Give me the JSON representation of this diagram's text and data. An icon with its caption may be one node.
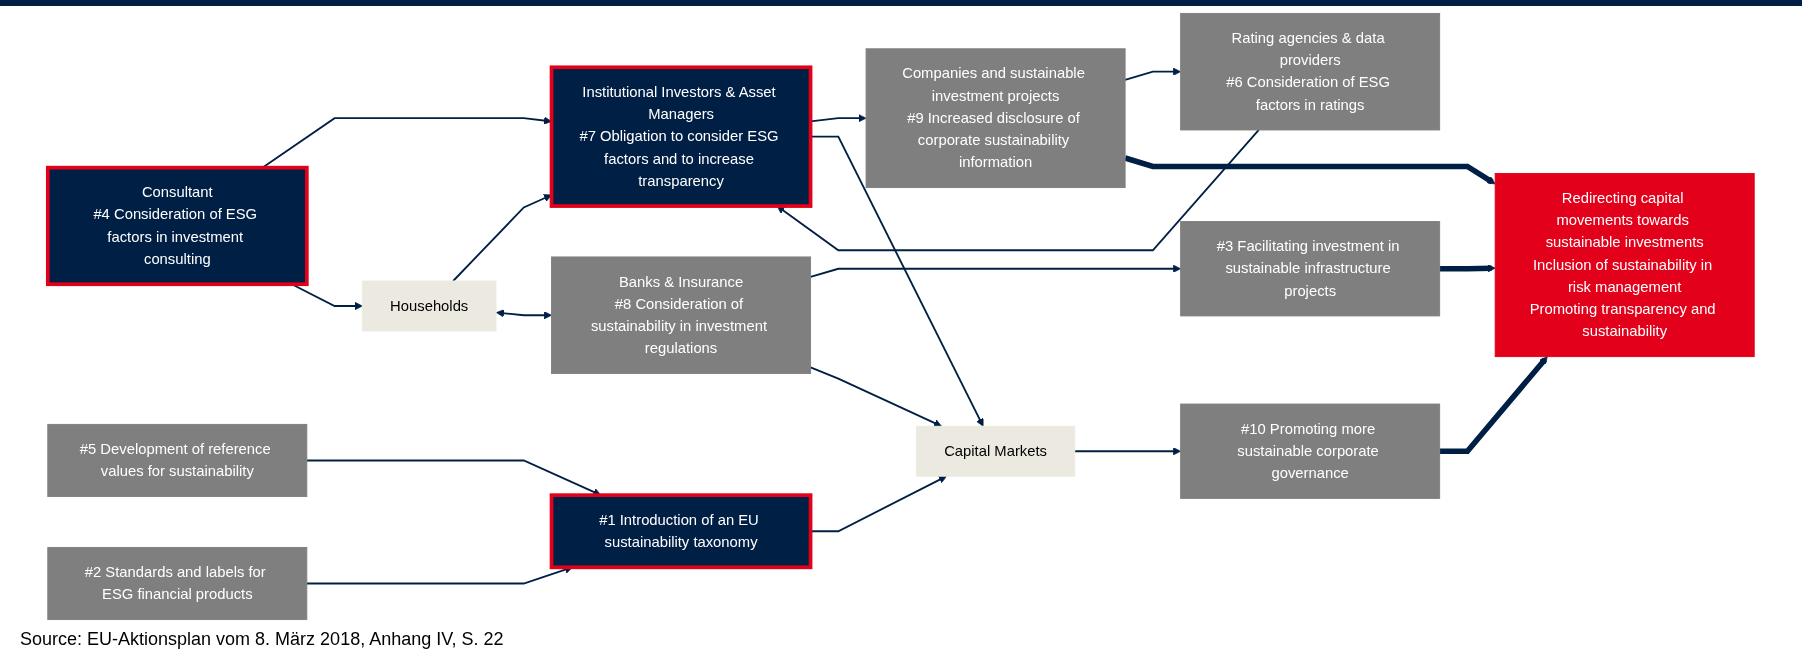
{
  "diagram": {
    "caption": "Source: EU-Aktionsplan vom 8. März 2018, Anhang IV, S. 22",
    "nodes": [
      {
        "text": [
          "Consultant",
          "#4 Consideration of ESG factors in investment consulting"
        ]
      },
      {
        "text": [
          "Institutional Investors & Asset Managers",
          "#7 Obligation to consider ESG factors and to increase transparency"
        ]
      },
      {
        "text": [
          "Rating agencies & data providers",
          "#6 Consideration of ESG factors in ratings"
        ]
      },
      {
        "text": [
          "Companies and sustainable investment projects",
          "#9 Increased disclosure of corporate sustainability information"
        ]
      },
      {
        "text": [
          "Households"
        ]
      },
      {
        "text": [
          "#5 Development of reference values for sustainability"
        ]
      },
      {
        "text": [
          "#2 Standards and labels for ESG financial products"
        ]
      },
      {
        "text": [
          "#1 Introduction of an EU sustainability taxonomy"
        ]
      },
      {
        "text": [
          "Capital Markets"
        ]
      },
      {
        "text": [
          "#10 Promoting more sustainable corporate governance"
        ]
      },
      {
        "text": [
          "Banks & Insurance",
          "#8 Consideration of sustainability in investment regulations"
        ]
      },
      {
        "text": [
          "#3 Facilitating investment in sustainable infrastructure projects"
        ]
      },
      {
        "text": [
          "Redirecting capital movements towards sustainable investments",
          "Inclusion of sustainability in risk management",
          "Promoting transparency and sustainability"
        ]
      }
    ],
    "edges": [
      {
        "from": 0,
        "to": 1,
        "arrow": "to"
      },
      {
        "from": 2,
        "to": 1,
        "arrow": "to"
      },
      {
        "from": 3,
        "to": 2,
        "arrow": "to"
      },
      {
        "from": 0,
        "to": 4,
        "arrow": "to"
      },
      {
        "from": 4,
        "to": 1,
        "arrow": "to"
      },
      {
        "from": 1,
        "to": 3,
        "arrow": "to"
      },
      {
        "from": 1,
        "to": 8,
        "arrow": "to"
      },
      {
        "from": 5,
        "to": 7,
        "arrow": "to"
      },
      {
        "from": 6,
        "to": 7,
        "arrow": "to"
      },
      {
        "from": 7,
        "to": 8,
        "arrow": "to"
      },
      {
        "from": 8,
        "to": 9,
        "arrow": "to"
      },
      {
        "from": 4,
        "to": 10,
        "arrow": "both"
      },
      {
        "from": 10,
        "to": 11,
        "arrow": "to"
      },
      {
        "from": 10,
        "to": 8,
        "arrow": "to"
      },
      {
        "from": 3,
        "to": 12,
        "arrow": "to",
        "style": "thick"
      },
      {
        "from": 9,
        "to": 12,
        "arrow": "to",
        "style": "thick"
      },
      {
        "from": 11,
        "to": 12,
        "arrow": "to",
        "style": "thick"
      }
    ]
  }
}
